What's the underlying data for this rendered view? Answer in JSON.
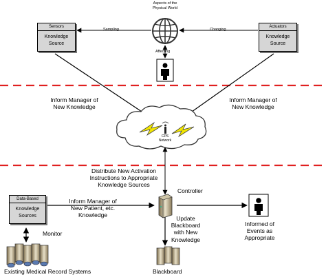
{
  "aspects_label": "Aspects of the\nPhysical World",
  "sensors": {
    "header": "Sensors",
    "body": "Knowledge\nSource"
  },
  "actuators": {
    "header": "Actuators",
    "body": "Knowledge\nSource"
  },
  "sampling_label": "Sampling",
  "changing_label": "Changing",
  "affecting_label": "Affecting",
  "inform_left": "Inform Manager of\nNew Knowledge",
  "inform_right": "Inform Manager of\nNew Knowledge",
  "cps_label": "CPS\nNetwork",
  "distribute_label": "Distribute New Activation\nInstructions to Appropriate\nKnowledge Sources",
  "controller_label": "Controller",
  "data_based": {
    "header": "Data-Based",
    "body": "Knowledge\nSources"
  },
  "inform_patient_label": "Inform Manager of\nNew Patient, etc.\nKnowledge",
  "monitor_label": "Monitor",
  "update_label": "Update\nBlackboard\nwith New\nKnowledge",
  "informed_label": "Informed of\nEvents as\nAppropriate",
  "existing_label": "Existing Medical Record Systems",
  "blackboard_label": "Blackboard",
  "colors": {
    "divider": "#e02020",
    "box_fill": "#d6d6d6",
    "bolt": "#f2e600"
  },
  "icons": [
    "globe-icon",
    "person-icon",
    "cloud-icon",
    "antenna-icon",
    "lightning-icon",
    "server-icon",
    "database-icon"
  ]
}
